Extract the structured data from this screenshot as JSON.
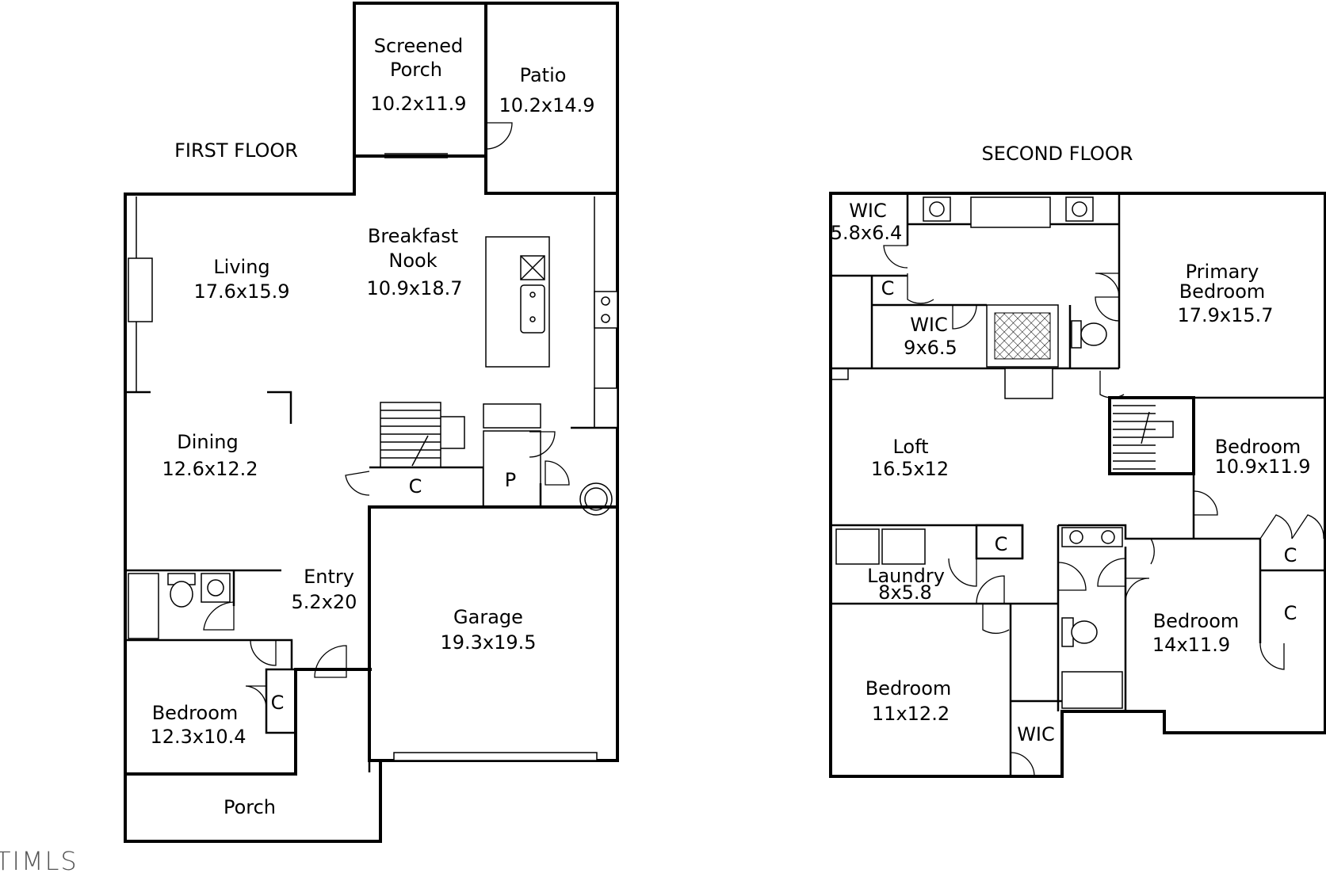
{
  "floors": {
    "first": {
      "title": "FIRST FLOOR"
    },
    "second": {
      "title": "SECOND FLOOR"
    }
  },
  "rooms": {
    "screened_porch": {
      "name_1": "Screened",
      "name_2": "Porch",
      "dims": "10.2x11.9"
    },
    "patio": {
      "name": "Patio",
      "dims": "10.2x14.9"
    },
    "breakfast_nook": {
      "name_1": "Breakfast",
      "name_2": "Nook",
      "dims": "10.9x18.7"
    },
    "living": {
      "name": "Living",
      "dims": "17.6x15.9"
    },
    "dining": {
      "name": "Dining",
      "dims": "12.6x12.2"
    },
    "entry": {
      "name": "Entry",
      "dims": "5.2x20"
    },
    "garage": {
      "name": "Garage",
      "dims": "19.3x19.5"
    },
    "bedroom_1": {
      "name": "Bedroom",
      "dims": "12.3x10.4"
    },
    "porch": {
      "name": "Porch"
    },
    "closet_c1": {
      "name": "C"
    },
    "pantry": {
      "name": "P"
    },
    "closet_c2": {
      "name": "C"
    },
    "wic_1": {
      "name": "WIC",
      "dims": "5.8x6.4"
    },
    "closet_c3": {
      "name": "C"
    },
    "wic_2": {
      "name": "WIC",
      "dims": "9x6.5"
    },
    "primary_bedroom": {
      "name_1": "Primary",
      "name_2": "Bedroom",
      "dims": "17.9x15.7"
    },
    "loft": {
      "name": "Loft",
      "dims": "16.5x12"
    },
    "bedroom_2": {
      "name": "Bedroom",
      "dims": "10.9x11.9"
    },
    "laundry": {
      "name": "Laundry",
      "dims": "8x5.8"
    },
    "closet_c4": {
      "name": "C"
    },
    "closet_c5": {
      "name": "C"
    },
    "closet_c6": {
      "name": "C"
    },
    "bedroom_3": {
      "name": "Bedroom",
      "dims": "14x11.9"
    },
    "bedroom_4": {
      "name": "Bedroom",
      "dims": "11x12.2"
    },
    "wic_3": {
      "name": "WIC"
    }
  },
  "logo": {
    "text": "TIMLS"
  }
}
